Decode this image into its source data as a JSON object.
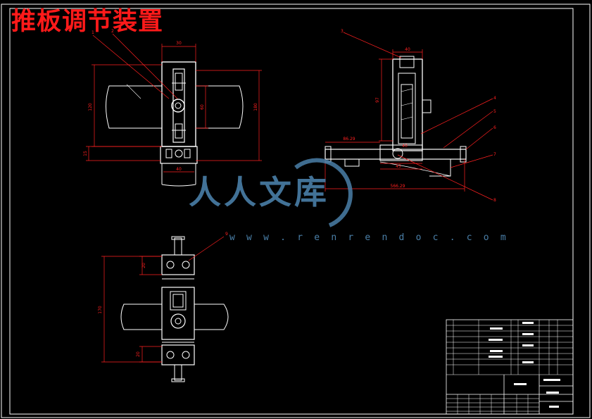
{
  "title": "推板调节装置",
  "watermark": {
    "text": "人人文库",
    "url": "w w w . r e n r e n d o c . c o m"
  },
  "colors": {
    "background": "#000000",
    "title": "#ff1a1a",
    "dimension": "#ff2020",
    "outline": "#ffffff",
    "watermark": "#4a7fa8"
  },
  "front_view": {
    "top_dim": "30",
    "left_dim": "120",
    "inner_dim": "60",
    "right_dim": "180",
    "bottom_dim": "40",
    "side_dim": "15"
  },
  "side_view": {
    "top_dim": "40",
    "left_dim": "97",
    "dim_a": "86.29",
    "dim_b": "45",
    "dim_c": "40",
    "total_dim": "566.29"
  },
  "plan_view": {
    "dim_top": "20",
    "dim_total": "170",
    "dim_bottom": "20"
  },
  "callouts": [
    "1",
    "2",
    "3",
    "4",
    "5",
    "6",
    "7",
    "8",
    "9"
  ]
}
